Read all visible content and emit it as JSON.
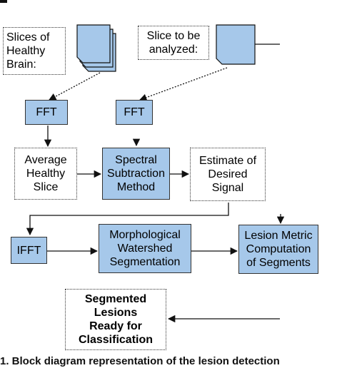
{
  "diagram": {
    "nodes": {
      "slices_healthy": "Slices of\nHealthy\nBrain:",
      "slice_analyzed": "Slice to be\nanalyzed:",
      "fft_left": "FFT",
      "fft_right": "FFT",
      "average_healthy": "Average\nHealthy\nSlice",
      "spectral_subtraction": "Spectral\nSubtraction\nMethod",
      "estimate_signal": "Estimate of\nDesired\nSignal",
      "ifft": "IFFT",
      "morph_watershed": "Morphological\nWatershed\nSegmentation",
      "lesion_metric": "Lesion Metric\nComputation\nof Segments",
      "segmented_lesions": "Segmented\nLesions\nReady for\nClassification"
    }
  },
  "caption": "1. Block diagram representation of the lesion detection"
}
